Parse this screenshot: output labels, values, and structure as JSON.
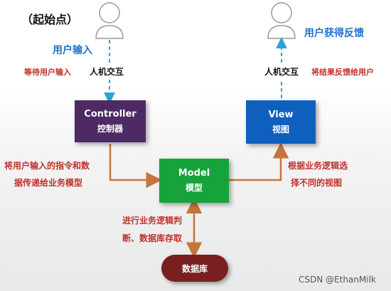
{
  "title": "（起始点）",
  "user_left": {
    "label": "用户输入",
    "wait": "等待用户输入",
    "interaction": "人机交互"
  },
  "user_right": {
    "label": "用户获得反馈",
    "feedback": "将结果反馈给用户",
    "interaction": "人机交互"
  },
  "controller": {
    "title": "Controller",
    "subtitle": "控制器",
    "color": "#4d2a63"
  },
  "view": {
    "title": "View",
    "subtitle": "视图",
    "color": "#0f5fbf"
  },
  "model": {
    "title": "Model",
    "subtitle": "模型",
    "color": "#17a33b"
  },
  "database": {
    "label": "数据库",
    "color": "#7a1f1f"
  },
  "annotations": {
    "controller_to_model_line1": "将用户输入的指令和数",
    "controller_to_model_line2": "据传递给业务模型",
    "model_to_view_line1": "根据业务逻辑选",
    "model_to_view_line2": "择不同的视图",
    "model_db_line1": "进行业务逻辑判",
    "model_db_line2": "断、数据库存取"
  },
  "watermark": "CSDN @EthanMilk",
  "colors": {
    "arrow_orange": "#c6753a",
    "dashed_blue": "#2aa3d8"
  }
}
